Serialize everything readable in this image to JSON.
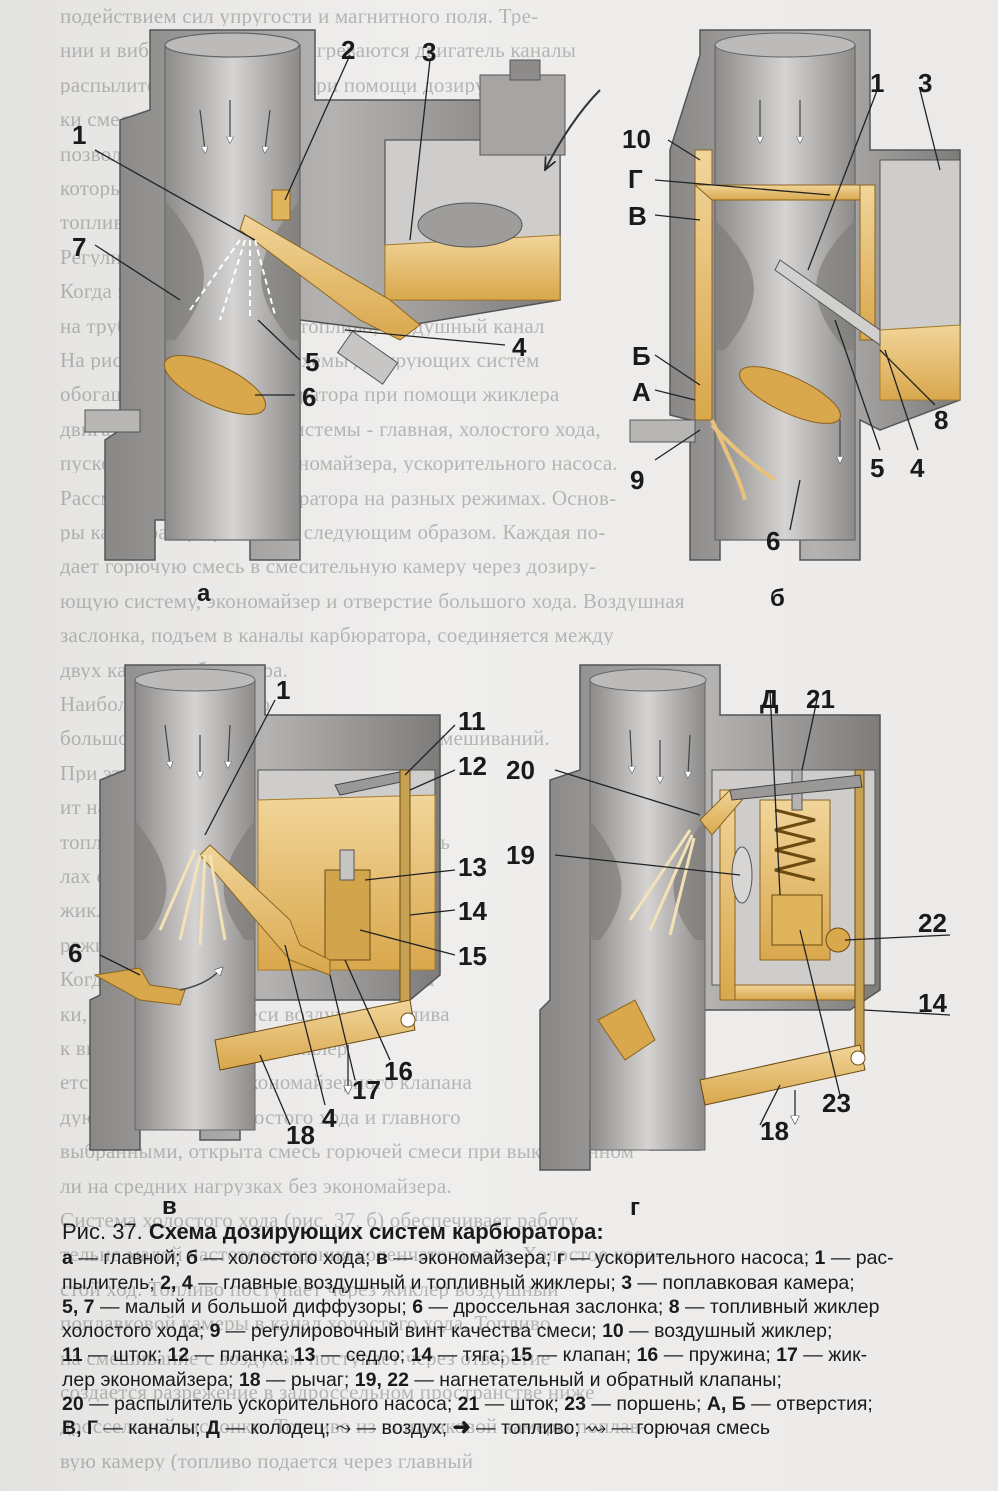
{
  "ghost_text": [
    "подействием сил упругости и магнитного поля. Тре-",
    "нии и вибрации подушки нагреваются двигатель каналы",
    "распылителя карбюратора при помощи дозирующих",
    "ки смесей на определенных режимах работы. Такие",
    "позволяют получить необходимый состав смеси",
    "который обеспечивает нормальную работу двигателя",
    "топливную смесь в соответствии с режимом работы",
    "Регулировка системы холостого хода.",
    "Когда заслонка закрыта",
    "на трубу регулировочный топливо, воздушный канал",
    "На рис. 37 представлены схемы дозирующих систем",
    "обогащенная смесь карбюратора при помощи жиклера",
    "двигателя. Дозирующая системы - главная, холостого хода,",
    "пускового устройства, экономайзера, ускорительного насоса.",
    "Рассмотрим работу карбюратора на разных режимах. Основ-",
    "ры карбюратора работают следующим образом. Каждая по-",
    "дает горючую смесь в смесительную камеру через дозиру-",
    "ющую систему, экономайзер и отверстие большого хода. Воздушная",
    "заслонка, подъем в каналы карбюратора, соединяется между",
    "двух камер карбюратора.",
    "Наибольший расход до",
    "большого количества топлива и воздуха смешиваний.",
    "При этом получается однородная смесь",
    "ит на карбюратор топливный жиклер",
    "топливо поступает в главный распылитель",
    "лах открытия дроссельной заслонки",
    "жиклер холостого хода и переход на",
    "режимы работы двигателя",
    "Когда открывается дроссельная заслонка",
    "ки, отверстие для смеси воздуха и топлива",
    "к выходу топлива через жиклер",
    "ется при движении экономайзерного клапана",
    "дующей системы холостого хода и главного",
    "выбранными, открыта смесь горючей смеси при выключенном",
    "ли на средних нагрузках без экономайзера.",
    "Система холостого хода (рис. 37, б) обеспечивает работу",
    "тельно малой частоте вращения коленчатого вала. Холостое холо-",
    "стой ход. Топливо поступает через жиклер воздушный",
    "поплавковой камеры в канал холостого хода. Топливо",
    "на смешивание с воздухом поступает через отверстие",
    "создается разрежение в задроссельном пространстве ниже",
    "дроссельной заслонки. Топливо из поплавковой камеры поплав-",
    "вую камеру (топливо подается через главный"
  ],
  "labels": {
    "n1a": "1",
    "n2a": "2",
    "n3a": "3",
    "n7a": "7",
    "n4a": "4",
    "n5a": "5",
    "n6a": "6",
    "n10b": "10",
    "gb": "Г",
    "vb": "В",
    "n1b": "1",
    "n3b": "3",
    "bb": "Б",
    "ab": "А",
    "n9b": "9",
    "n8b": "8",
    "n5b": "5",
    "n4b": "4",
    "n6b": "6",
    "n1c": "1",
    "n11c": "11",
    "n12c": "12",
    "n13c": "13",
    "n14c": "14",
    "n15c": "15",
    "n6c": "6",
    "n16c": "16",
    "n17c": "17",
    "n4c": "4",
    "n18c": "18",
    "dd": "Д",
    "n21d": "21",
    "n20d": "20",
    "n19d": "19",
    "n22d": "22",
    "n14d": "14",
    "n23d": "23",
    "n18d": "18"
  },
  "panels": {
    "a": "а",
    "b": "б",
    "c": "в",
    "d": "г"
  },
  "caption": {
    "fig": "Рис. 37.",
    "title": "Схема дозирующих систем карбюратора:",
    "l1": [
      {
        "k": "а",
        "t": " — главной; "
      },
      {
        "k": "б",
        "t": " — холостого хода; "
      },
      {
        "k": "в",
        "t": " — экономайзера; "
      },
      {
        "k": "г",
        "t": " — ускорительного насоса; "
      },
      {
        "k": "1",
        "t": " — рас-"
      }
    ],
    "l2": [
      {
        "k": "",
        "t": "пылитель; "
      },
      {
        "k": "2, 4",
        "t": " — главные воздушный и топливный жиклеры; "
      },
      {
        "k": "3",
        "t": " — поплавковая камера;"
      }
    ],
    "l3": [
      {
        "k": "5, 7",
        "t": " — малый и большой диффузоры; "
      },
      {
        "k": "6",
        "t": " — дроссельная заслонка; "
      },
      {
        "k": "8",
        "t": " — топливный жиклер"
      }
    ],
    "l4": [
      {
        "k": "",
        "t": "холостого хода; "
      },
      {
        "k": "9",
        "t": " — регулировочный винт качества смеси; "
      },
      {
        "k": "10",
        "t": " — воздушный жиклер;"
      }
    ],
    "l5": [
      {
        "k": "11",
        "t": " — шток; "
      },
      {
        "k": "12",
        "t": " — планка; "
      },
      {
        "k": "13",
        "t": " — седло; "
      },
      {
        "k": "14",
        "t": " — тяга; "
      },
      {
        "k": "15",
        "t": " — клапан; "
      },
      {
        "k": "16",
        "t": " — пружина; "
      },
      {
        "k": "17",
        "t": " — жик-"
      }
    ],
    "l6": [
      {
        "k": "",
        "t": "лер экономайзера; "
      },
      {
        "k": "18",
        "t": " — рычаг; "
      },
      {
        "k": "19, 22",
        "t": " — нагнетательный и обратный клапаны;"
      }
    ],
    "l7": [
      {
        "k": "20",
        "t": " — распылитель ускорительного насоса; "
      },
      {
        "k": "21",
        "t": " — шток; "
      },
      {
        "k": "23",
        "t": " — поршень; "
      },
      {
        "k": "А, Б",
        "t": " — отверстия;"
      }
    ],
    "l8": [
      {
        "k": "В, Г",
        "t": " — каналы; "
      },
      {
        "k": "Д",
        "t": " — колодец; "
      },
      {
        "k": "",
        "t": "⤳ — воздух; "
      },
      {
        "k": "",
        "t": "➜ — топливо; "
      },
      {
        "k": "",
        "t": "⇝ — горючая смесь"
      }
    ]
  },
  "colors": {
    "metal": "#9c9a98",
    "metal_dark": "#6e6c6a",
    "fuel": "#e0b45a",
    "fuel_light": "#f0d7a0",
    "paper": "#ecebea"
  }
}
